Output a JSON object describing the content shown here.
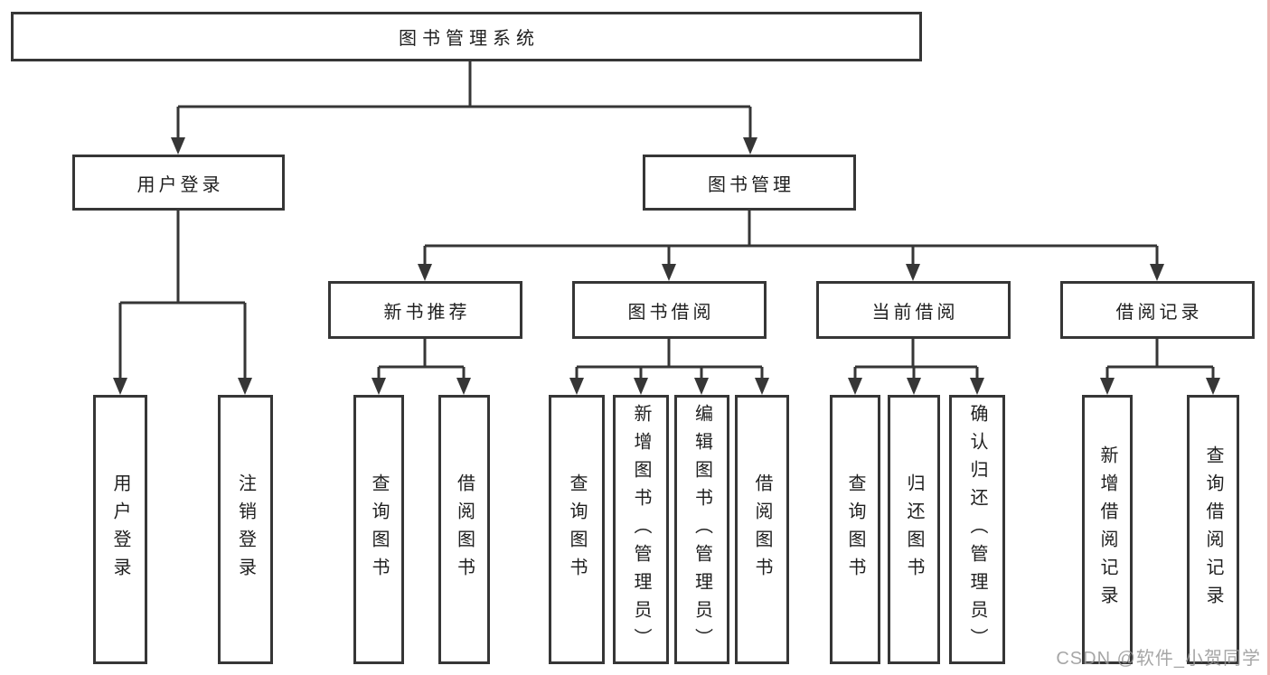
{
  "diagram": {
    "root": {
      "label": "图书管理系统"
    },
    "level2": [
      {
        "label": "用户登录"
      },
      {
        "label": "图书管理"
      }
    ],
    "level3": [
      {
        "label": "新书推荐"
      },
      {
        "label": "图书借阅"
      },
      {
        "label": "当前借阅"
      },
      {
        "label": "借阅记录"
      }
    ],
    "leaves": [
      {
        "label": "用户登录"
      },
      {
        "label": "注销登录"
      },
      {
        "label": "查询图书"
      },
      {
        "label": "借阅图书"
      },
      {
        "label": "查询图书"
      },
      {
        "label": "新增图书（管理员）"
      },
      {
        "label": "编辑图书（管理员）"
      },
      {
        "label": "借阅图书"
      },
      {
        "label": "查询图书"
      },
      {
        "label": "归还图书"
      },
      {
        "label": "确认归还（管理员）"
      },
      {
        "label": "新增借阅记录"
      },
      {
        "label": "查询借阅记录"
      }
    ]
  },
  "watermark": {
    "text": "CSDN @软件_小贺同学"
  },
  "colors": {
    "line": "#363636",
    "box_border": "#363636",
    "text": "#1f1f1f",
    "watermark": "#969696",
    "right_edge_tint": "#eeb2b2",
    "background": "#ffffff"
  }
}
